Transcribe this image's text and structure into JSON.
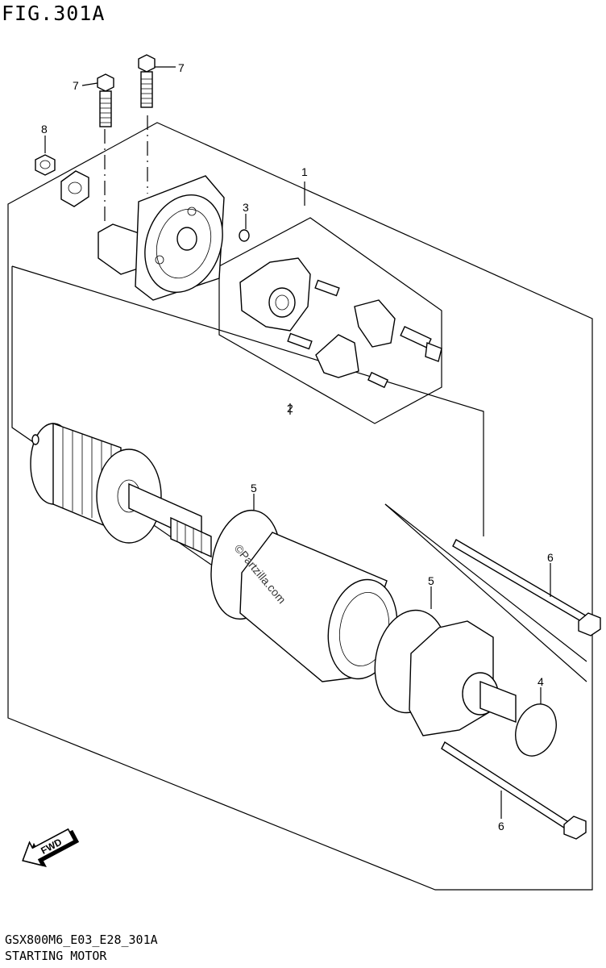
{
  "figure": {
    "title": "FIG.301A",
    "model_code": "GSX800M6_E03_E28_301A",
    "section_name": "STARTING MOTOR"
  },
  "callouts": [
    {
      "id": "c1",
      "label": "1"
    },
    {
      "id": "c2",
      "label": "2"
    },
    {
      "id": "c3",
      "label": "3"
    },
    {
      "id": "c4",
      "label": "4"
    },
    {
      "id": "c5a",
      "label": "5"
    },
    {
      "id": "c5b",
      "label": "5"
    },
    {
      "id": "c6a",
      "label": "6"
    },
    {
      "id": "c6b",
      "label": "6"
    },
    {
      "id": "c7a",
      "label": "7"
    },
    {
      "id": "c7b",
      "label": "7"
    },
    {
      "id": "c8",
      "label": "8"
    }
  ],
  "watermark": "©Partzilla.com",
  "direction_arrow": {
    "label": "FWD",
    "icon": "fwd-arrow-icon"
  }
}
